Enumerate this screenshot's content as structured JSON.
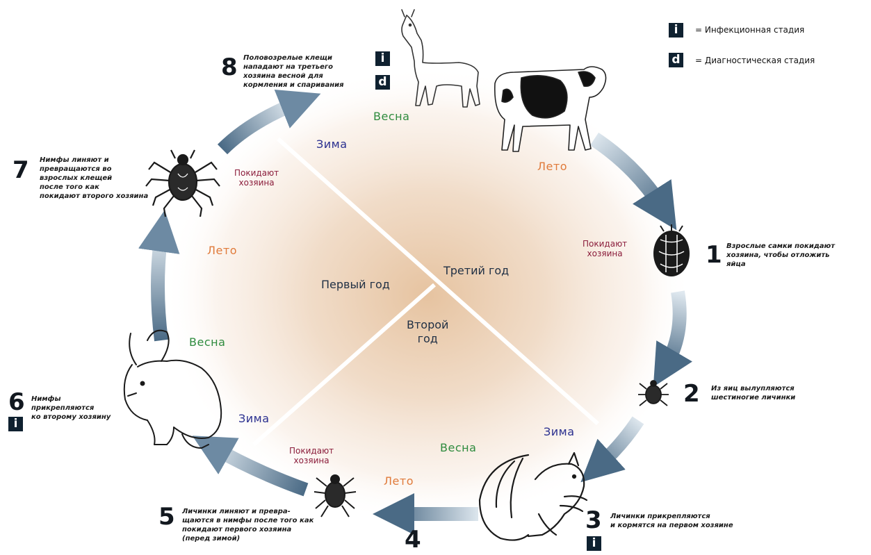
{
  "legend": {
    "infection_symbol": "i",
    "infection_label": "= Инфекционная стадия",
    "diagnostic_symbol": "d",
    "diagnostic_label": "= Диагностическая стадия"
  },
  "years": {
    "first": "Первый год",
    "second": "Второй\nгод",
    "third": "Третий год"
  },
  "seasons": {
    "spring": "Весна",
    "summer": "Лето",
    "winter": "Зима"
  },
  "leaves_host": "Покидают\nхозяина",
  "stages": [
    {
      "number": "1",
      "text": "Взрослые самки покидают\nхозяина, чтобы отложить\nяйца"
    },
    {
      "number": "2",
      "text": "Из яиц вылупляются\nшестиногие личинки"
    },
    {
      "number": "3",
      "text": "Личинки прикрепляются\nи кормятся на первом хозяине"
    },
    {
      "number": "4",
      "text": ""
    },
    {
      "number": "5",
      "text": "Личинки линяют и превра-\nщаются в нимфы после того как\nпокидают первого хозяина\n(перед зимой)"
    },
    {
      "number": "6",
      "text": "Нимфы\nприкрепляются\nко второму хозяину"
    },
    {
      "number": "7",
      "text": "Нимфы линяют и\nпревращаются во\nвзрослых клещей\nпосле того как\nпокидают второго хозяина"
    },
    {
      "number": "8",
      "text": "Половозрелые клещи\nнападают на третьего\nхозяина весной для\nкормления и спаривания"
    }
  ],
  "colors": {
    "spring": "#2e8b3e",
    "summer": "#e07a3a",
    "winter": "#2a2f8f",
    "leaves_host": "#8b1d3b",
    "badge": "#0f2130",
    "arrow_dark": "#4a6a85",
    "arrow_light": "#dfe8ef",
    "glow_center": "#e9c9a8"
  }
}
